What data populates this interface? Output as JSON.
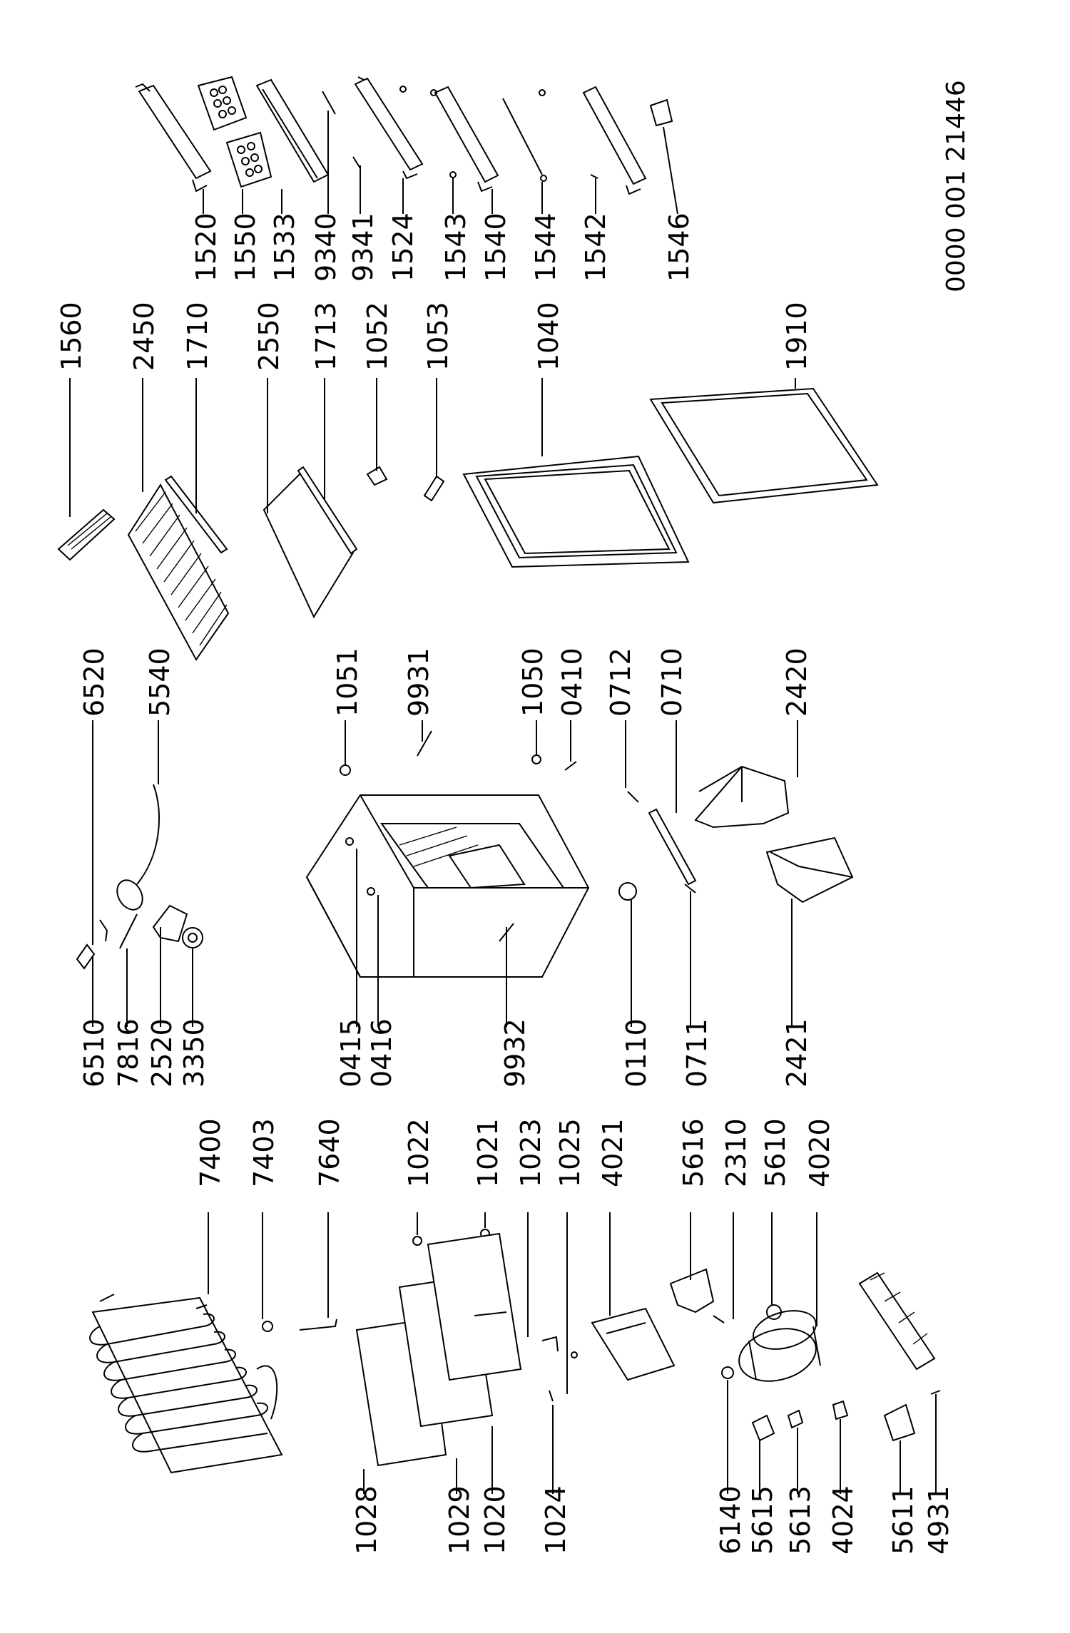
{
  "drawing_code": "0000 001 21446",
  "labels": {
    "1520": "1520",
    "1550": "1550",
    "1533": "1533",
    "9340": "9340",
    "9341": "9341",
    "1524": "1524",
    "1543": "1543",
    "1540": "1540",
    "1544": "1544",
    "1542": "1542",
    "1546": "1546",
    "1560": "1560",
    "2450": "2450",
    "1710": "1710",
    "2550": "2550",
    "1713": "1713",
    "1052": "1052",
    "1053": "1053",
    "1040": "1040",
    "1910": "1910",
    "6520": "6520",
    "5540": "5540",
    "1051": "1051",
    "9931": "9931",
    "1050": "1050",
    "0410": "0410",
    "0712": "0712",
    "0710": "0710",
    "2420": "2420",
    "6510": "6510",
    "7816": "7816",
    "2520": "2520",
    "3350": "3350",
    "0415": "0415",
    "0416": "0416",
    "9932": "9932",
    "0110": "0110",
    "0711": "0711",
    "2421": "2421",
    "7400": "7400",
    "7403": "7403",
    "7640": "7640",
    "1022": "1022",
    "1021": "1021",
    "1023": "1023",
    "1025": "1025",
    "4021": "4021",
    "5616": "5616",
    "2310": "2310",
    "5610": "5610",
    "4020": "4020",
    "1028": "1028",
    "1029": "1029",
    "1020": "1020",
    "1024": "1024",
    "6140": "6140",
    "5615": "5615",
    "5613": "5613",
    "4024": "4024",
    "5611": "5611",
    "4931": "4931"
  }
}
